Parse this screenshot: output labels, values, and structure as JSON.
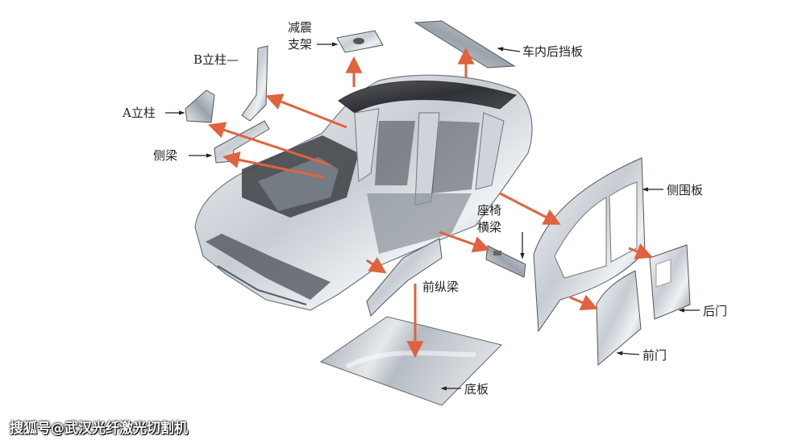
{
  "labels": {
    "shock_support": [
      "减震",
      "支架"
    ],
    "rear_shelf": "车内后挡板",
    "b_pillar": "B立柱—",
    "a_pillar": "A立柱",
    "side_beam": "侧梁",
    "side_panel": "侧围板",
    "seat_beam": [
      "座椅",
      "横梁"
    ],
    "front_rail": "前纵梁",
    "rear_door": "后门",
    "front_door": "前门",
    "floor": "底板"
  },
  "watermark": "搜狐号@武汉光纤激光切割机",
  "colors": {
    "arrow": "#e0623e",
    "callout": "#222222",
    "metal_light": "#eef1f4",
    "metal_dark": "#8e96a0",
    "background": "#ffffff"
  }
}
